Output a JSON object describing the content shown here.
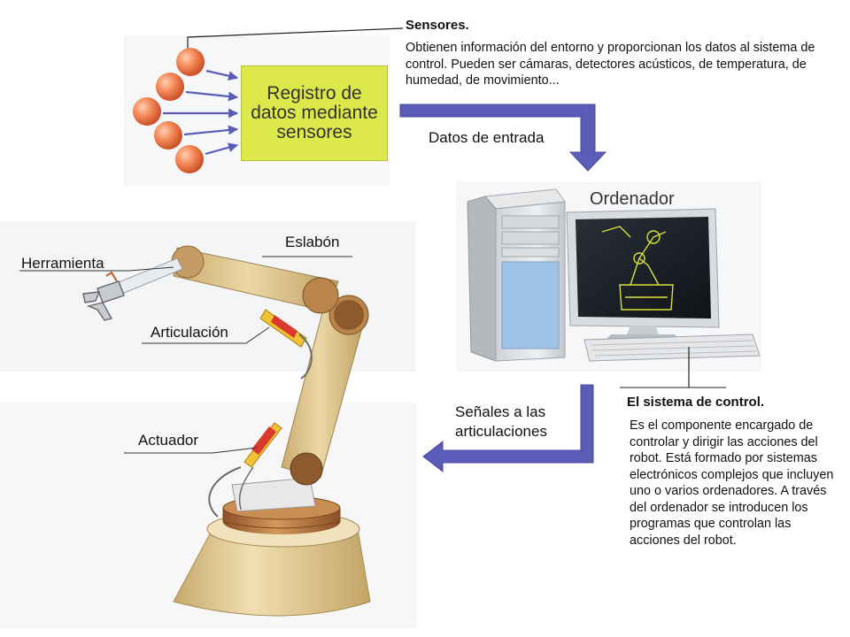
{
  "sensors": {
    "title": "Sensores.",
    "description": "Obtienen información del entorno y proporcionan los datos al sistema de control. Pueden ser cámaras, detectores acústicos, de temperatura, de humedad, de movimiento..."
  },
  "register_box": {
    "text": "Registro de datos mediante sensores"
  },
  "input_label": "Datos de entrada",
  "computer_label": "Ordenador",
  "control_system": {
    "title": "El sistema de control.",
    "description": "Es el componente encargado de controlar y dirigir las acciones del robot. Está formado por sistemas electrónicos complejos que incluyen uno o varios ordenadores. A través del ordenador se introducen los programas que controlan las acciones del robot."
  },
  "output_label": "Señales a las articulaciones",
  "robot_labels": {
    "link": "Eslabón",
    "tool": "Herramienta",
    "joint": "Articulación",
    "actuator": "Actuador"
  },
  "colors": {
    "arrow": "#5b5bb8",
    "box": "#dde84a",
    "sensor": "#f07a4c",
    "arm": "#e2c992",
    "base": "#ecd9a4",
    "ring": "#b97943"
  }
}
